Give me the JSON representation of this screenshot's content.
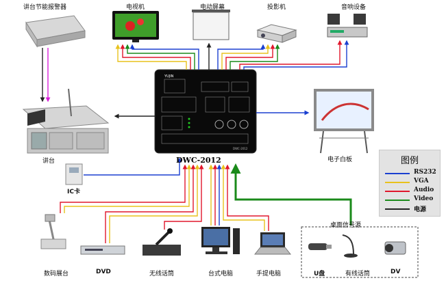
{
  "devices": {
    "podium_alarm": "讲台节能报警器",
    "tv": "电视机",
    "screen": "电动屏幕",
    "projector": "投影机",
    "audio": "音响设备",
    "podium": "讲台",
    "whiteboard": "电子白板",
    "ic_card": "IC卡",
    "visualizer": "数码展台",
    "dvd": "DVD",
    "wireless_mic": "无线话筒",
    "desktop": "台式电脑",
    "laptop": "手提电脑",
    "desk_signal_source": "桌面信号源",
    "usb_disk": "U盘",
    "wired_mic": "有线话筒",
    "dv": "DV"
  },
  "controller": {
    "model": "DWC-2012",
    "brand": "YUJIN",
    "label": "DWC-2012"
  },
  "legend": {
    "title": "图例",
    "items": [
      {
        "name": "RS232",
        "color": "#1a3fd0"
      },
      {
        "name": "VGA",
        "color": "#e8c21c"
      },
      {
        "name": "Audio",
        "color": "#e0162b"
      },
      {
        "name": "Video",
        "color": "#1a8a1a"
      },
      {
        "name": "电源",
        "color": "#222222"
      }
    ]
  },
  "colors": {
    "rs232": "#1a3fd0",
    "vga": "#e8c21c",
    "audio": "#e0162b",
    "video": "#1a8a1a",
    "power": "#222222",
    "alarm_link": "#d81fd8"
  }
}
